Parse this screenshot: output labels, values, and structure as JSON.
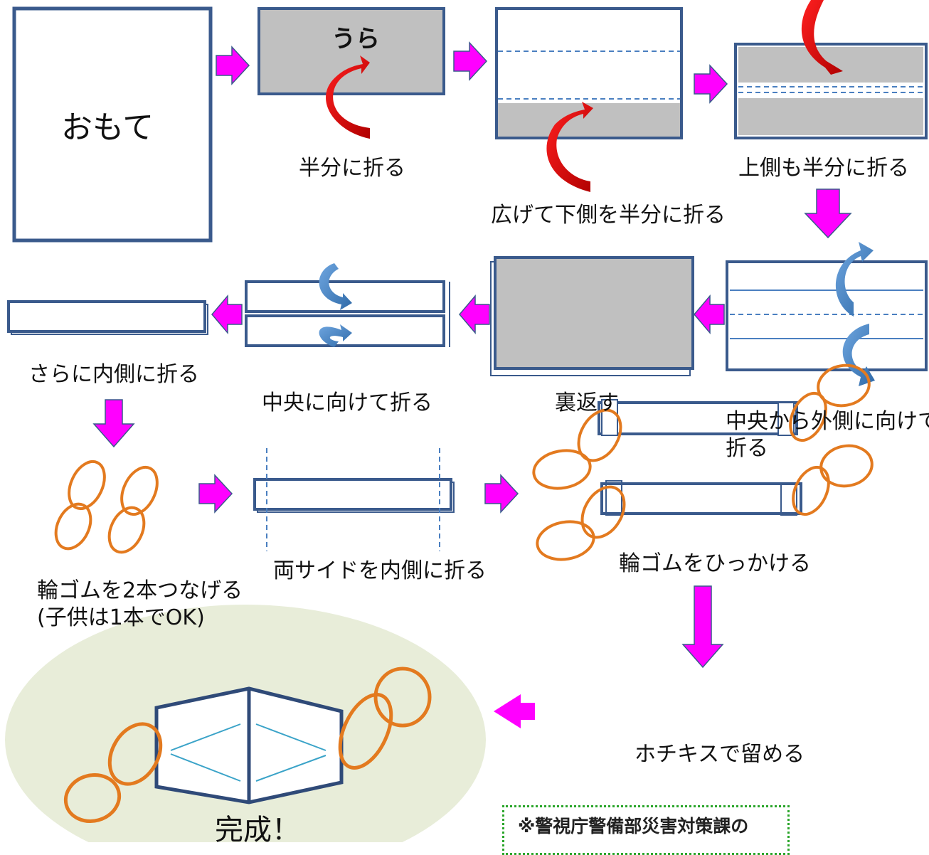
{
  "labels": {
    "omote": "おもて",
    "ura": "うら",
    "step1": "半分に折る",
    "step2": "広げて下側を半分に折る",
    "step3": "上側も半分に折る",
    "step4a": "中央から外側に向けて",
    "step4b": "折る",
    "step5": "裏返す",
    "step6": "中央に向けて折る",
    "step7": "さらに内側に折る",
    "step8a": "輪ゴムを2本つなげる",
    "step8b": "(子供は1本でOK)",
    "step9": "両サイドを内側に折る",
    "step10": "輪ゴムをひっかける",
    "step11": "ホチキスで留める",
    "done": "完成！"
  },
  "note": "※警視庁警備部災害対策課の",
  "colors": {
    "outline": "#3a5a8c",
    "paper_gray": "#c0c0c0",
    "arrow_magenta": "#ff00ff",
    "fold_red": "#e00000",
    "fold_blue": "#4a86c8",
    "rubber_band": "#e37a1f",
    "finish_bg": "#e8edd9",
    "note_border": "#2aa52a"
  }
}
